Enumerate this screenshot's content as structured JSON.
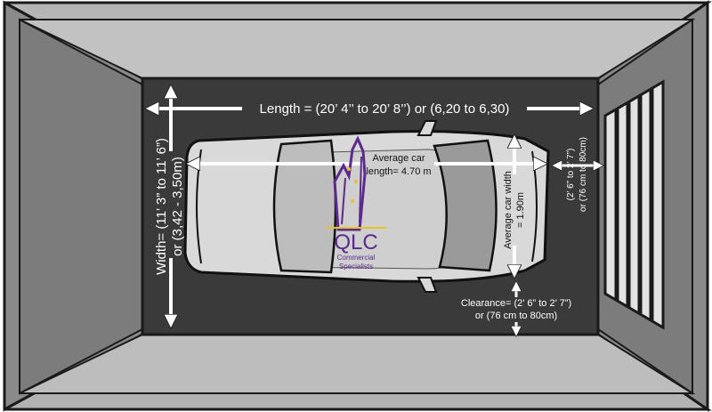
{
  "diagram": {
    "length_label": "Length = (20’ 4’’ to 20’ 8’’) or (6,20 to 6,30)",
    "width_label_line1": "Width= (11’ 3” to 11’ 6”)",
    "width_label_line2": "or (3,42 - 3,50m)",
    "car_length_line1": "Average car",
    "car_length_line2": "length= 4.70 m",
    "car_width_line1": "Average car width",
    "car_width_line2": "= 1.90m",
    "door_gap_line1": "(2’ 6” to 2’ 7”)",
    "door_gap_line2": "or (76 cm to 80cm)",
    "clearance_line1": "Clearance= (2’ 6” to 2’ 7”)",
    "clearance_line2": "or (76 cm to 80cm)"
  },
  "logo": {
    "name": "QLC",
    "tagline_line1": "Commercial",
    "tagline_line2": "Specialists"
  },
  "colors": {
    "floor": "#3a3a3a",
    "wall_side": "#7d7d7d",
    "wall_top": "#b9b9b9",
    "arrow": "#ffffff",
    "logo_purple": "#5b2a8c",
    "logo_gold": "#e8c12b"
  }
}
